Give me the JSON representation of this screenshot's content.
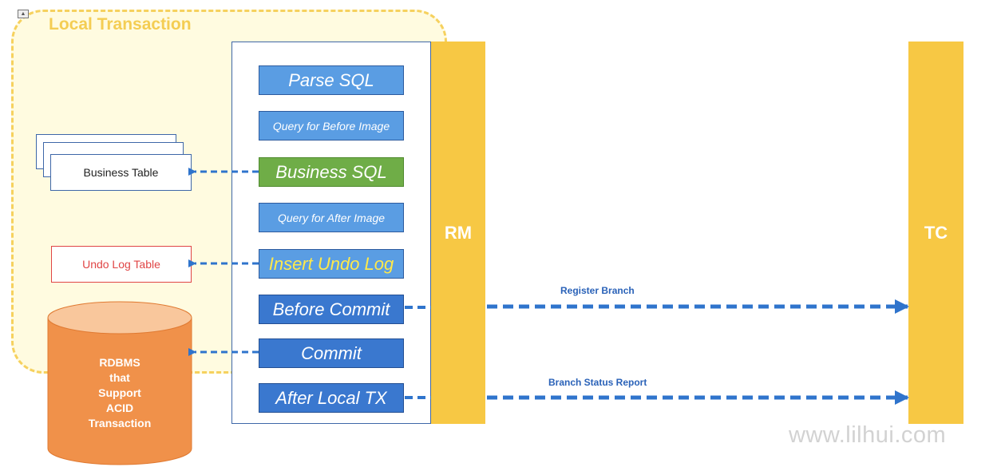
{
  "region": {
    "label": "Local Transaction"
  },
  "participants": {
    "rm": "RM",
    "tc": "TC"
  },
  "steps": [
    {
      "label": "Parse SQL"
    },
    {
      "label": "Query for Before Image"
    },
    {
      "label": "Business SQL"
    },
    {
      "label": "Query for After Image"
    },
    {
      "label": "Insert Undo Log"
    },
    {
      "label": "Before Commit"
    },
    {
      "label": "Commit"
    },
    {
      "label": "After Local TX"
    }
  ],
  "tables": {
    "business": "Business Table",
    "undo": "Undo Log Table"
  },
  "database": {
    "lines": [
      "RDBMS",
      "that",
      "Support",
      "ACID",
      "Transaction"
    ]
  },
  "arrows": {
    "register": "Register Branch",
    "status": "Branch Status Report"
  },
  "colors": {
    "accent_yellow": "#f7c844",
    "step_blue": "#4f8fdc",
    "step_green": "#6fad47",
    "db_orange": "#f0914a",
    "arrow_blue": "#2f74cc",
    "undo_red": "#e04545"
  },
  "watermark": "www.lilhui.com"
}
